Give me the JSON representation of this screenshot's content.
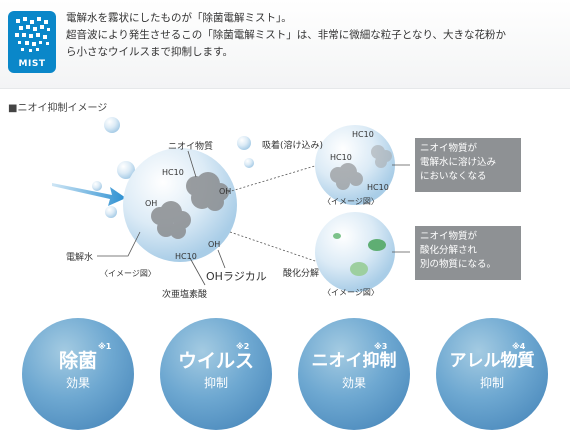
{
  "header": {
    "icon_label": "MIST",
    "line1": "電解水を霧状にしたものが「除菌電解ミスト」。",
    "line2": "超音波により発生させるこの「除菌電解ミスト」は、非常に微細な粒子となり、大きな花粉か",
    "line3": "ら小さなウイルスまで抑制します。"
  },
  "section_title": "■ニオイ抑制イメージ",
  "diagram": {
    "odor_label": "ニオイ物質",
    "hc10": "HC10",
    "oh": "OH",
    "electrolyzed_water": "電解水",
    "image_note": "〈イメージ図〉",
    "hypochlorous": "次亜塩素酸",
    "oh_radical": "OHラジカル",
    "absorption": "吸着(溶け込み)",
    "decomposition": "酸化分解",
    "box1": [
      "ニオイ物質が",
      "電解水に溶け込み",
      "においなくなる"
    ],
    "box2": [
      "ニオイ物質が",
      "酸化分解され",
      "別の物質になる。"
    ]
  },
  "features": [
    {
      "big": "除菌",
      "small": "効果",
      "note": "※1"
    },
    {
      "big": "ウイルス",
      "small": "抑制",
      "note": "※2"
    },
    {
      "big": "ニオイ抑制",
      "small": "効果",
      "note": "※3"
    },
    {
      "big": "アレル物質",
      "small": "抑制",
      "note": "※4"
    }
  ],
  "colors": {
    "brand_blue": "#0a87c9",
    "bubble": "#cfe4f3",
    "grey_box": "#8e9194"
  }
}
